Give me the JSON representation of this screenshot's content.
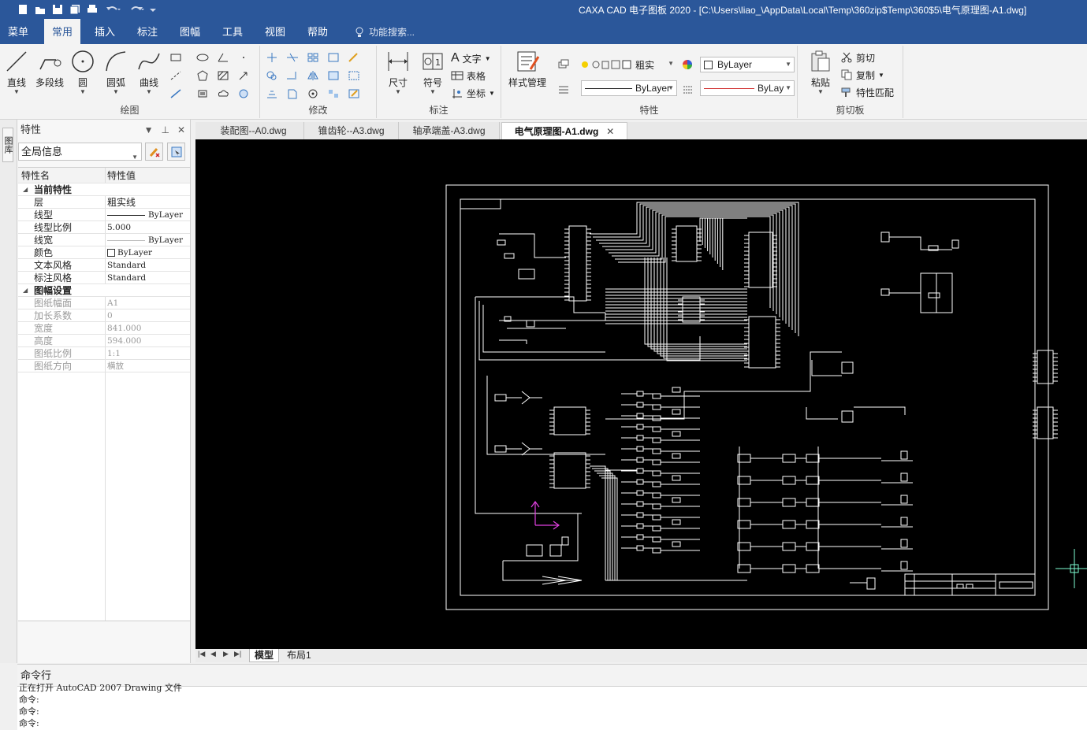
{
  "window": {
    "title": "CAXA CAD 电子图板 2020 - [C:\\Users\\liao_\\AppData\\Local\\Temp\\360zip$Temp\\360$5\\电气原理图-A1.dwg]"
  },
  "quick_access": [
    "new-icon",
    "open-icon",
    "save-icon",
    "save-all-icon",
    "print-icon",
    "undo-icon",
    "redo-icon",
    "customize-icon"
  ],
  "menu": {
    "tabs": [
      "菜单",
      "常用",
      "插入",
      "标注",
      "图幅",
      "工具",
      "视图",
      "帮助"
    ],
    "active": "常用",
    "search_label": "功能搜索..."
  },
  "ribbon": {
    "draw": {
      "label": "绘图",
      "buttons": [
        "直线",
        "多段线",
        "圆",
        "圆弧",
        "曲线"
      ]
    },
    "modify": {
      "label": "修改"
    },
    "annotate": {
      "label": "标注",
      "dimension": "尺寸",
      "symbol": "符号",
      "text": "文字",
      "table": "表格",
      "coord": "坐标"
    },
    "properties": {
      "label": "特性",
      "style_manager": "样式管理",
      "layer_value": "粗实",
      "color_value": "ByLayer",
      "linetype_value": "ByLayer",
      "lineweight_value": "ByLay"
    },
    "clipboard": {
      "label": "剪切板",
      "paste": "粘贴",
      "cut": "剪切",
      "copy": "复制",
      "match": "特性匹配"
    }
  },
  "side_strip_label": "图库",
  "props": {
    "title": "特性",
    "selector": "全局信息",
    "col_name": "特性名",
    "col_value": "特性值",
    "sections": {
      "current": "当前特性",
      "sheet": "图幅设置"
    },
    "current_rows": [
      {
        "name": "层",
        "value": "粗实线"
      },
      {
        "name": "线型",
        "value": "ByLayer"
      },
      {
        "name": "线型比例",
        "value": "5.000"
      },
      {
        "name": "线宽",
        "value": "ByLayer"
      },
      {
        "name": "颜色",
        "value": "ByLayer"
      },
      {
        "name": "文本风格",
        "value": "Standard"
      },
      {
        "name": "标注风格",
        "value": "Standard"
      }
    ],
    "sheet_rows": [
      {
        "name": "图纸幅面",
        "value": "A1"
      },
      {
        "name": "加长系数",
        "value": "0"
      },
      {
        "name": "宽度",
        "value": "841.000"
      },
      {
        "name": "高度",
        "value": "594.000"
      },
      {
        "name": "图纸比例",
        "value": "1:1"
      },
      {
        "name": "图纸方向",
        "value": "横放"
      }
    ]
  },
  "doc_tabs": [
    "装配图--A0.dwg",
    "锥齿轮--A3.dwg",
    "轴承端盖-A3.dwg",
    "电气原理图-A1.dwg"
  ],
  "active_doc": "电气原理图-A1.dwg",
  "model_tabs": [
    "模型",
    "布局1"
  ],
  "command": {
    "title": "命令行",
    "lines": [
      "正在打开 AutoCAD 2007 Drawing 文件",
      "命令:",
      "命令:",
      "命令:"
    ]
  },
  "colors": {
    "chrome_blue": "#2b579a",
    "canvas": "#000000",
    "ucs": "#e040e0"
  }
}
